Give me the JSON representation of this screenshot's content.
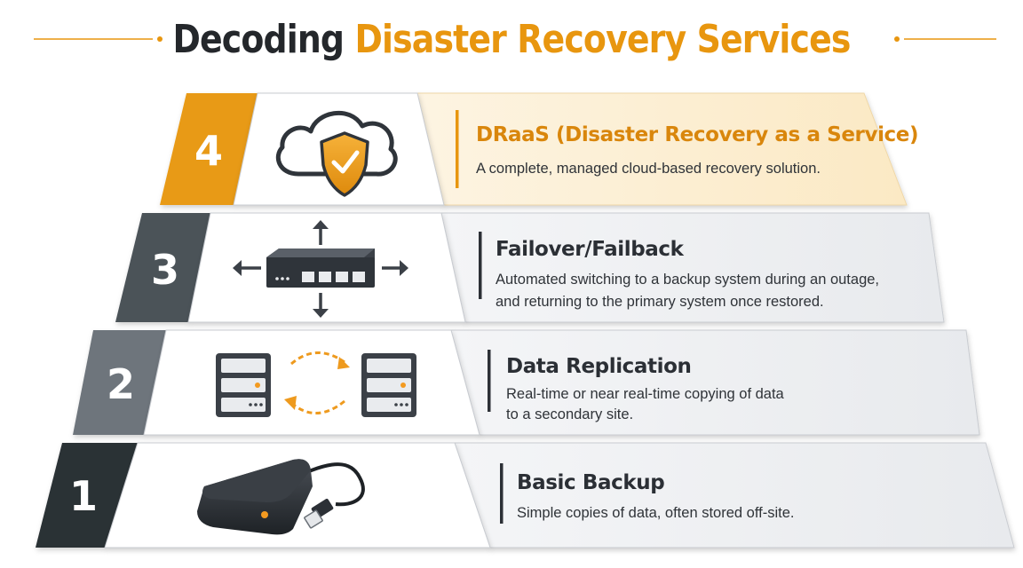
{
  "title": {
    "part1": "Decoding",
    "part2": "Disaster Recovery Services"
  },
  "colors": {
    "accent": "#e8960f",
    "tier_badges": [
      "#2c3036",
      "#4b5259",
      "#6e757c",
      "#e89a18"
    ],
    "panel_light": "#eceef1",
    "panel_tier4": "#fdf1d8",
    "dark_text": "#2b2f35"
  },
  "tiers": [
    {
      "number": "1",
      "heading": "Basic Backup",
      "description": "Simple copies of data, often stored off-site.",
      "icon": "external-hard-drive-icon"
    },
    {
      "number": "2",
      "heading": "Data Replication",
      "description": "Real-time or near real-time copying of data to a secondary site.",
      "icon": "server-replication-icon"
    },
    {
      "number": "3",
      "heading": "Failover/Failback",
      "description": "Automated switching to a backup system during an outage, and returning to the primary system once restored.",
      "icon": "network-switch-icon"
    },
    {
      "number": "4",
      "heading": "DRaaS (Disaster Recovery as a Service)",
      "description": "A complete, managed cloud-based recovery solution.",
      "icon": "cloud-shield-icon"
    }
  ]
}
